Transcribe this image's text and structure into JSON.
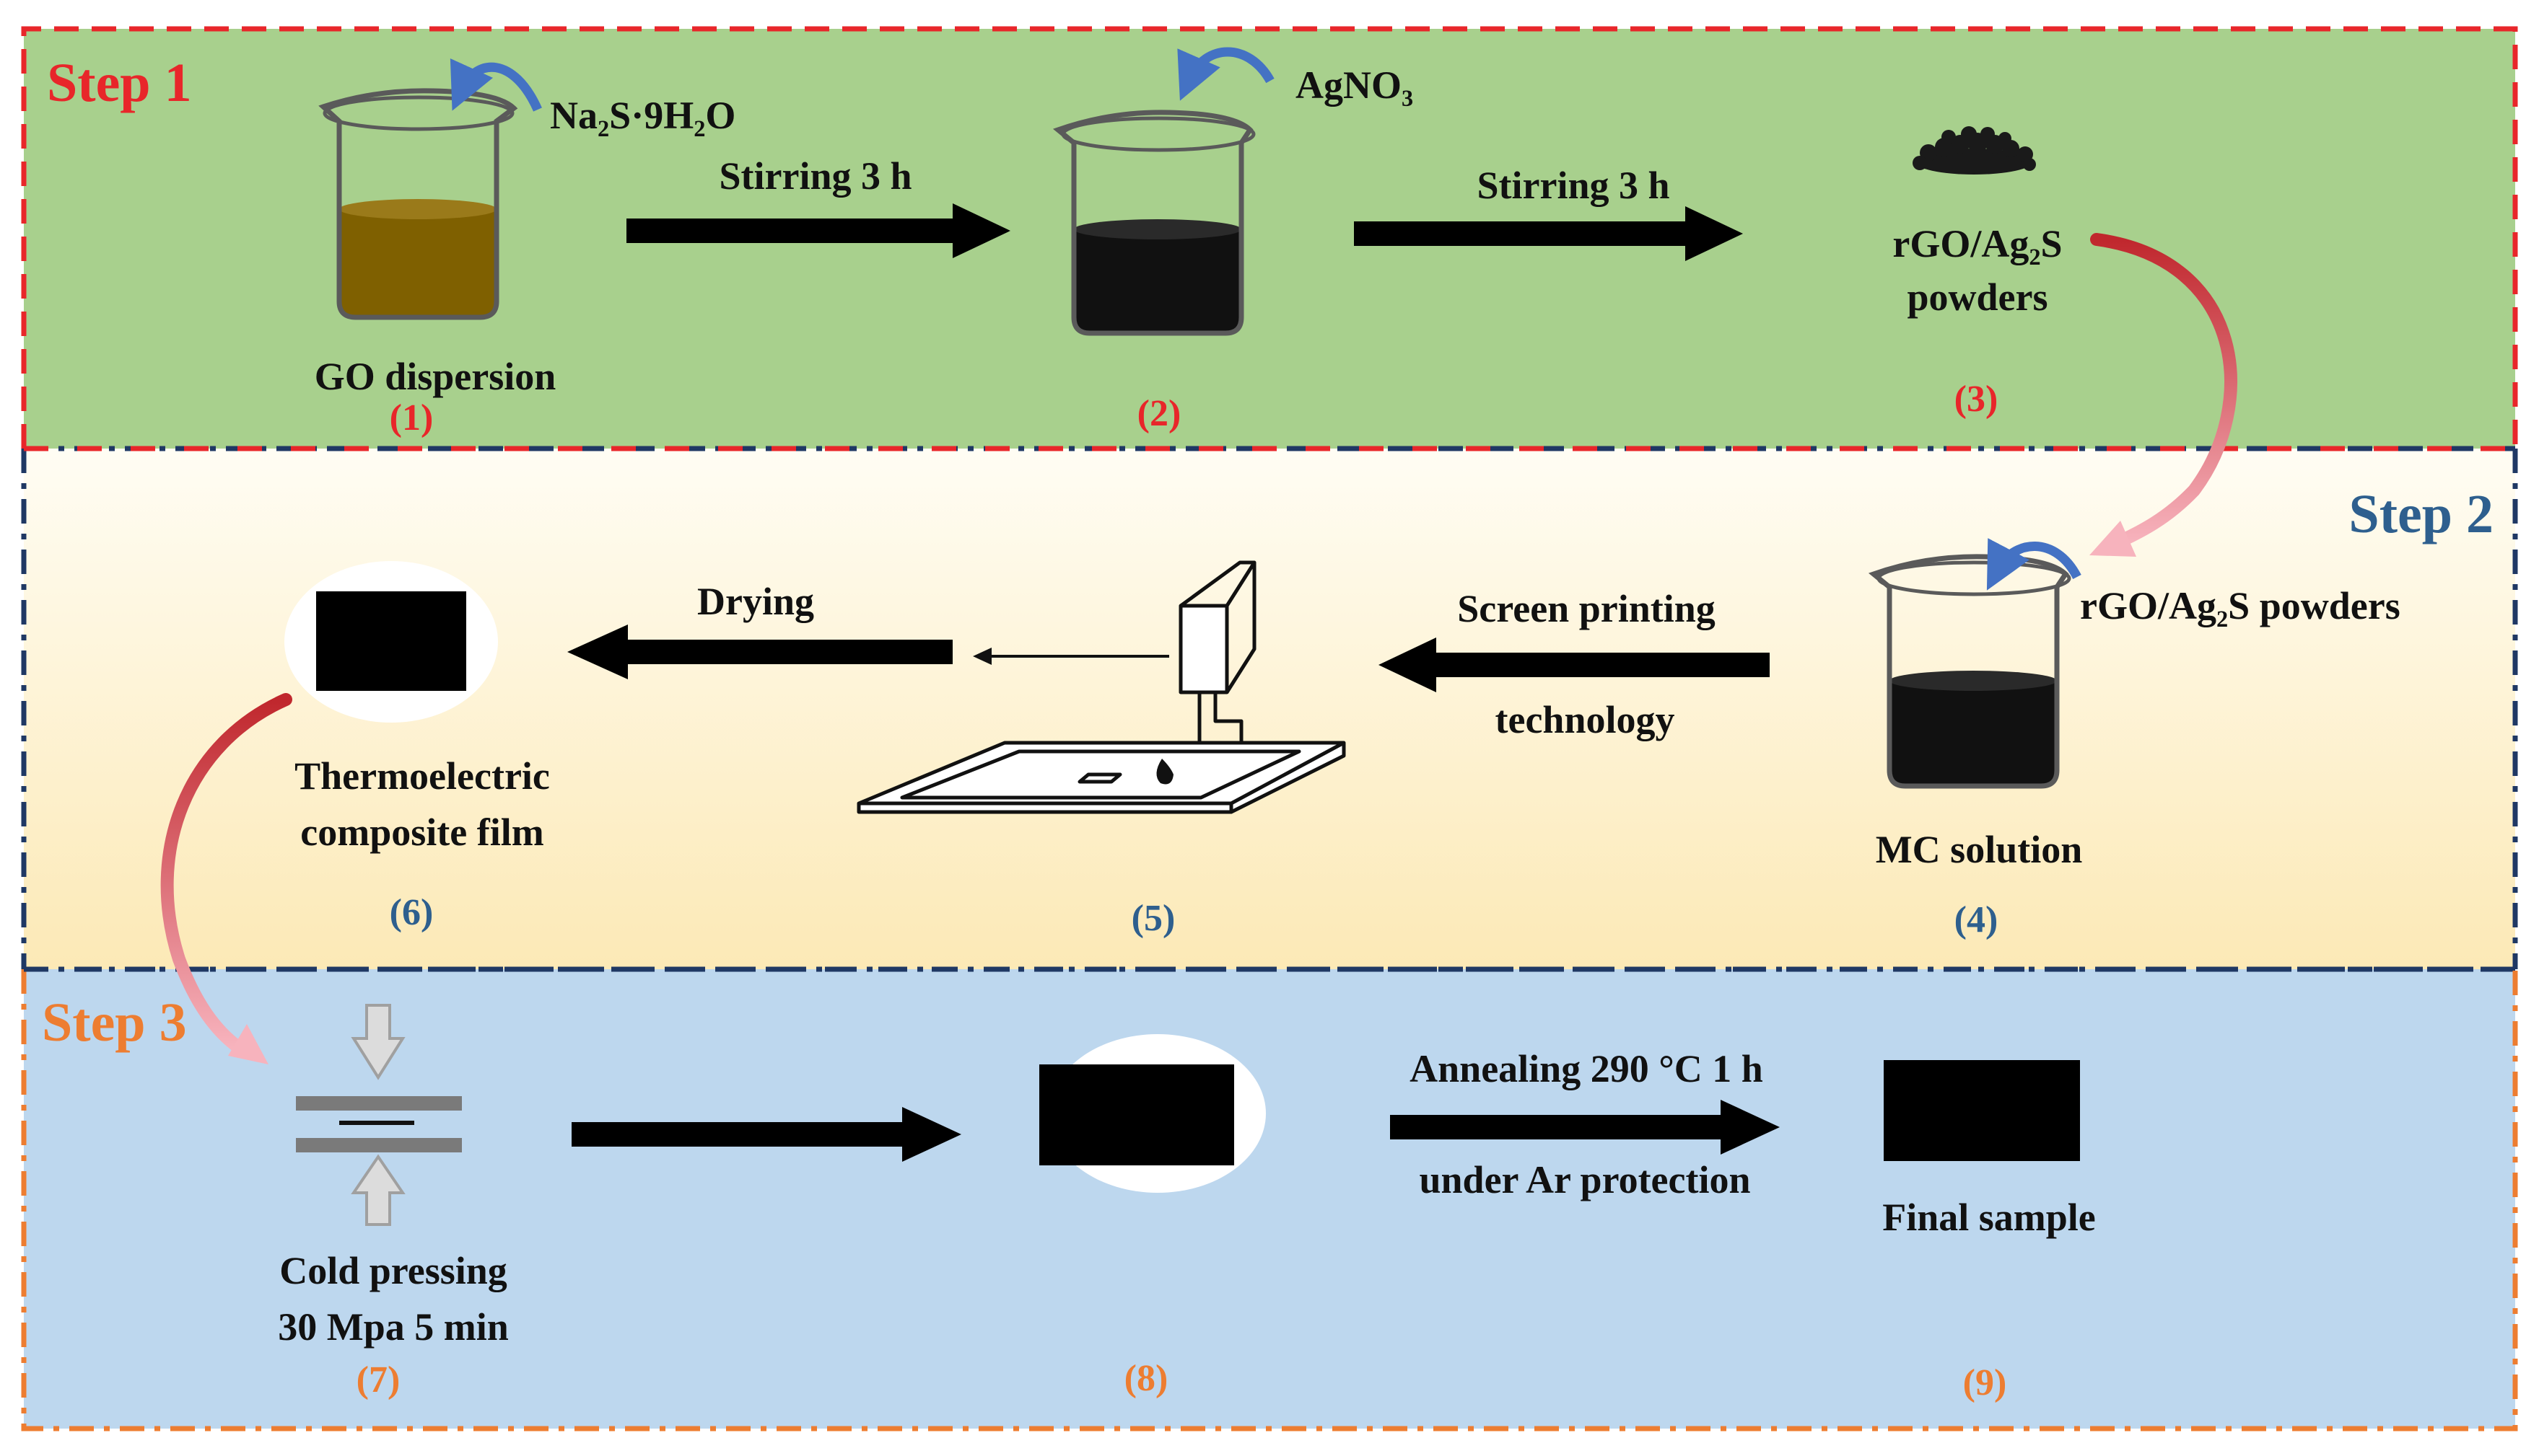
{
  "colors": {
    "step1_bg": "#a8d08d",
    "step1_border": "#e8262a",
    "step2_bg_top": "#fffdf4",
    "step2_bg_bottom": "#fce9b6",
    "step2_border": "#1f3864",
    "step3_bg": "#bdd7ee",
    "step3_border": "#ed7d31",
    "step1_text": "#e8262a",
    "step2_text": "#2e5f8e",
    "step3_text": "#ed7d31",
    "curve_start": "#c0272d",
    "curve_end": "#f7b3bd",
    "stir_arrow": "#4472c4",
    "dispersion": "#7f6000"
  },
  "step1": {
    "title": "Step 1",
    "reagent1": "Na₂S·9H₂O",
    "stir_a": "Stirring 3 h",
    "reagent2": "AgNO₃",
    "stir_b": "Stirring 3 h",
    "powder_line1": "rGO/Ag₂S",
    "powder_line2": "powders",
    "go_label": "GO dispersion",
    "num1": "(1)",
    "num2": "(2)",
    "num3": "(3)"
  },
  "step2": {
    "title": "Step 2",
    "reagent": "rGO/Ag₂S powders",
    "drying": "Drying",
    "screen1": "Screen printing",
    "screen2": "technology",
    "film1": "Thermoelectric",
    "film2": "composite film",
    "mc": "MC solution",
    "num4": "(4)",
    "num5": "(5)",
    "num6": "(6)"
  },
  "step3": {
    "title": "Step 3",
    "anneal1": "Annealing  290 °C 1 h",
    "anneal2": "under Ar protection",
    "cold1": "Cold pressing",
    "cold2": "30 Mpa 5 min",
    "final": "Final sample",
    "num7": "(7)",
    "num8": "(8)",
    "num9": "(9)"
  }
}
